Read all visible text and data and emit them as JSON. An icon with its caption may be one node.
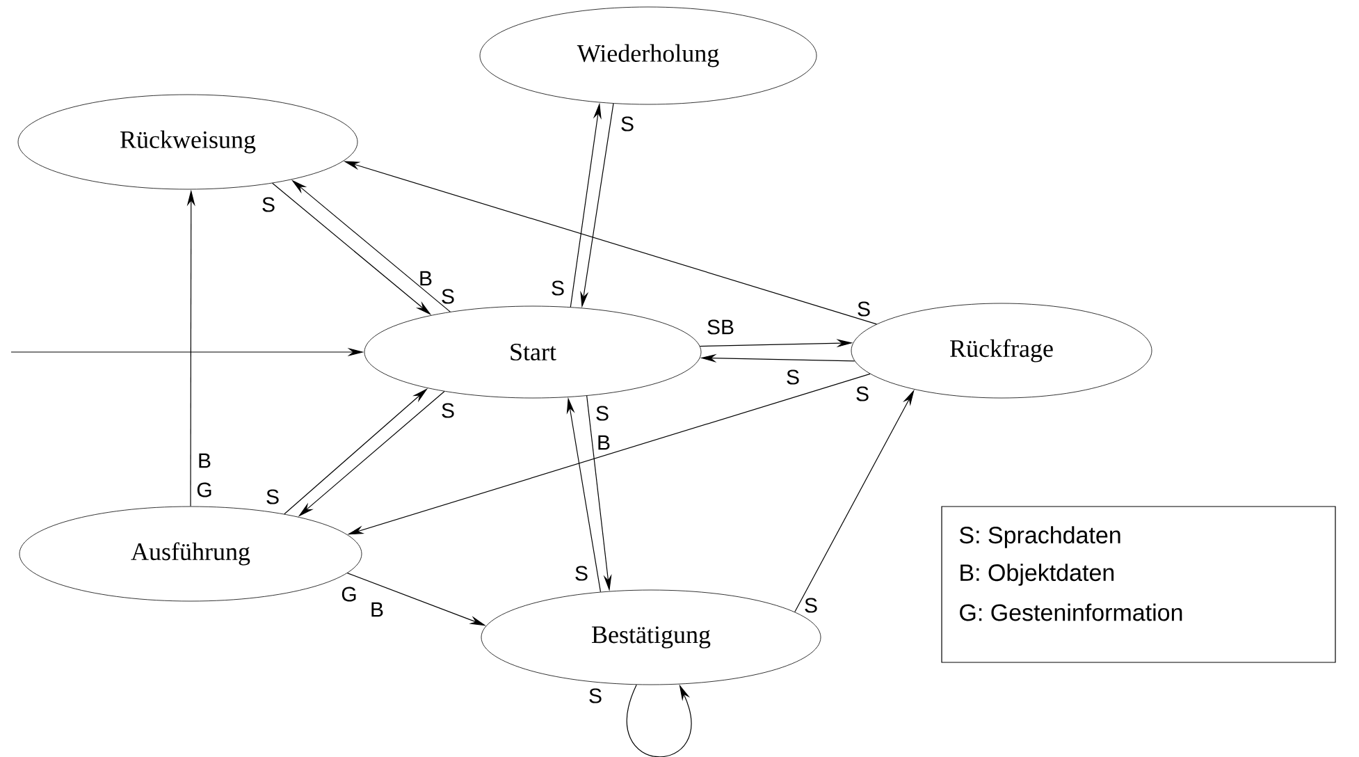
{
  "diagram": {
    "nodes": [
      {
        "text": [
          "Wiederholung"
        ]
      },
      {
        "text": [
          "Rückweisung"
        ]
      },
      {
        "text": [
          "Start"
        ]
      },
      {
        "text": [
          "Rückfrage"
        ]
      },
      {
        "text": [
          "Ausführung"
        ]
      },
      {
        "text": [
          "Bestätigung"
        ]
      }
    ],
    "edges": [
      {
        "from": null,
        "to": 2,
        "arrow": "to"
      },
      {
        "from": 2,
        "to": 1,
        "arrow": "to",
        "label": "S"
      },
      {
        "from": 1,
        "to": 2,
        "arrow": "to",
        "label": "S"
      },
      {
        "from": 2,
        "to": 0,
        "arrow": "to",
        "label": "S"
      },
      {
        "from": 0,
        "to": 2,
        "arrow": "to",
        "label": "S"
      },
      {
        "from": 3,
        "to": 1,
        "arrow": "to",
        "label": "S"
      },
      {
        "from": 2,
        "to": 3,
        "arrow": "to",
        "label": "SB"
      },
      {
        "from": 3,
        "to": 2,
        "arrow": "to",
        "label": "S"
      },
      {
        "from": 3,
        "to": 4,
        "arrow": "to",
        "label": "S"
      },
      {
        "from": 4,
        "to": 2,
        "arrow": "to",
        "label": "S"
      },
      {
        "from": 2,
        "to": 4,
        "arrow": "to",
        "label": "S"
      },
      {
        "from": 2,
        "to": 5,
        "arrow": "to",
        "label": "S"
      },
      {
        "from": 5,
        "to": 2,
        "arrow": "to",
        "label": "S"
      },
      {
        "from": 4,
        "to": 1,
        "arrow": "to",
        "label": "G"
      },
      {
        "from": 4,
        "to": 5,
        "arrow": "to",
        "label": "G"
      },
      {
        "from": 5,
        "to": 3,
        "arrow": "to",
        "label": "S"
      },
      {
        "from": 5,
        "to": 5,
        "arrow": "to",
        "label": "S"
      }
    ],
    "labels": [
      "B",
      "B",
      "B",
      "B"
    ],
    "legend": [
      {
        "text": "S: Sprachdaten"
      },
      {
        "text": "B: Objektdaten"
      },
      {
        "text": "G: Gesteninformation"
      }
    ]
  }
}
